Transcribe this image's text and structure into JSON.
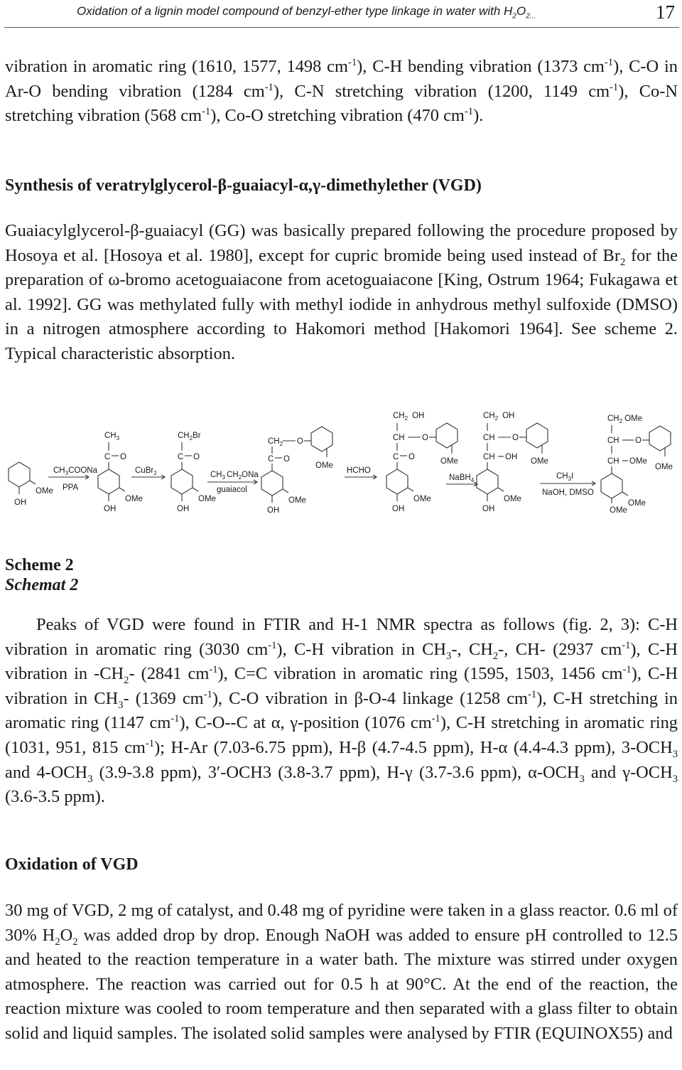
{
  "header": {
    "running_title": "Oxidation of a lignin model compound of benzyl-ether type linkage in water with H",
    "running_title_sub1": "2",
    "running_title_o": "O",
    "running_title_sub2": "2...",
    "page_number": "17"
  },
  "para1": {
    "l1a": "vibration in aromatic ring (1610, 1577, 1498 cm",
    "l1b": "), C-H bending vibration (1373 cm",
    "l1c": "), C-O in Ar-O bending vibration (1284 cm",
    "l1d": "), C-N stretching vibration (1200, 1149 cm",
    "l1e": "), Co-N stretching vibration (568 cm",
    "l1f": "), Co-O stretching vibration (470 cm",
    "l1g": ").",
    "sup": "-1"
  },
  "heading_vgd": "Synthesis of veratrylglycerol-β-guaiacyl-α,γ-dimethylether (VGD)",
  "para2": {
    "a": "Guaiacylglycerol-β-guaiacyl (GG) was basically prepared following the procedure proposed by Hosoya et al. [Hosoya et al. 1980], except for cupric bromide being used instead of Br",
    "sub2": "2",
    "b": " for the preparation of ω-bromo acetoguaiacone from acetoguaiacone [King, Ostrum 1964; Fukagawa et al. 1992]. GG was methylated fully with methyl iodide in anhydrous methyl sulfoxide (DMSO) in a nitrogen atmosphere according to Hakomori method [Hakomori 1964]. See scheme 2. Typical characteristic absorption."
  },
  "scheme": {
    "oh": "OH",
    "ome": "OMe",
    "reagent1": "CH",
    "reagent1_sub": "3",
    "reagent1_tail": "COONa",
    "ppa": "PPA",
    "ch3": "CH",
    "sub3": "3",
    "co": "C",
    "o": "O",
    "cubr": "CuBr",
    "cubr_sub": "2",
    "ch2br": "CH",
    "ch2br_sub": "2",
    "br": "Br",
    "ch3ch2ona": "CH",
    "ona": "ONa",
    "guaiacol": "guaiacol",
    "ch2": "CH",
    "hcho": "HCHO",
    "ch": "CH",
    "nabh4": "NaBH",
    "sub4": "4",
    "ch3i": "CH",
    "i": "I",
    "naoh_dmso": "NaOH, DMSO",
    "oh_label": "OH"
  },
  "caption": {
    "label": "Scheme 2",
    "label_pl": "Schemat 2"
  },
  "para3": {
    "a": "Peaks of VGD were found in FTIR and H-1 NMR spectra as follows (fig. 2, 3): C-H vibration in aromatic ring (3030 cm",
    "b": "), C-H vibration in CH",
    "c": "-, CH",
    "d": "-, CH- (2937 cm",
    "e": "), C-H vibration in -CH",
    "f": "- (2841 cm",
    "g": "), C=C vibration in aromatic ring (1595, 1503, 1456 cm",
    "h": "), C-H vibration in CH",
    "i": "- (1369 cm",
    "j": "), C-O vibration in β-O-4 linkage (1258 cm",
    "k": "), C-H stretching in aromatic ring (1147 cm",
    "l": "), C-O--C at α, γ-position (1076 cm",
    "m": "), C-H stretching in aromatic ring (1031, 951, 815 cm",
    "n": "); H-Ar (7.03-6.75 ppm), H-β (4.7-4.5 ppm), H-α (4.4-4.3 ppm), 3-OCH",
    "o": " and 4-OCH",
    "p": " (3.9-3.8 ppm), 3′-OCH3 (3.8-3.7 ppm), H-γ (3.7-3.6 ppm), α-OCH",
    "q": " and γ-OCH",
    "r": " (3.6-3.5 ppm).",
    "sup": "-1",
    "sub3": "3",
    "sub2": "2"
  },
  "heading_oxidation": "Oxidation of VGD",
  "para4": {
    "a": "30 mg of VGD, 2 mg of catalyst, and 0.48 mg of pyridine were taken in a glass reactor. 0.6 ml of 30% H",
    "sub2a": "2",
    "b": "O",
    "sub2b": "2",
    "c": " was added drop by drop. Enough NaOH was added to ensure pH controlled to 12.5 and heated to the reaction temperature in a water bath. The mixture was stirred under oxygen atmosphere. The reaction was carried out for 0.5 h at 90°C. At the end of the reaction, the reaction mixture was cooled to room temperature and then separated with a glass filter to obtain solid and liquid samples. The isolated solid samples were analysed by FTIR (EQUINOX55) and"
  }
}
